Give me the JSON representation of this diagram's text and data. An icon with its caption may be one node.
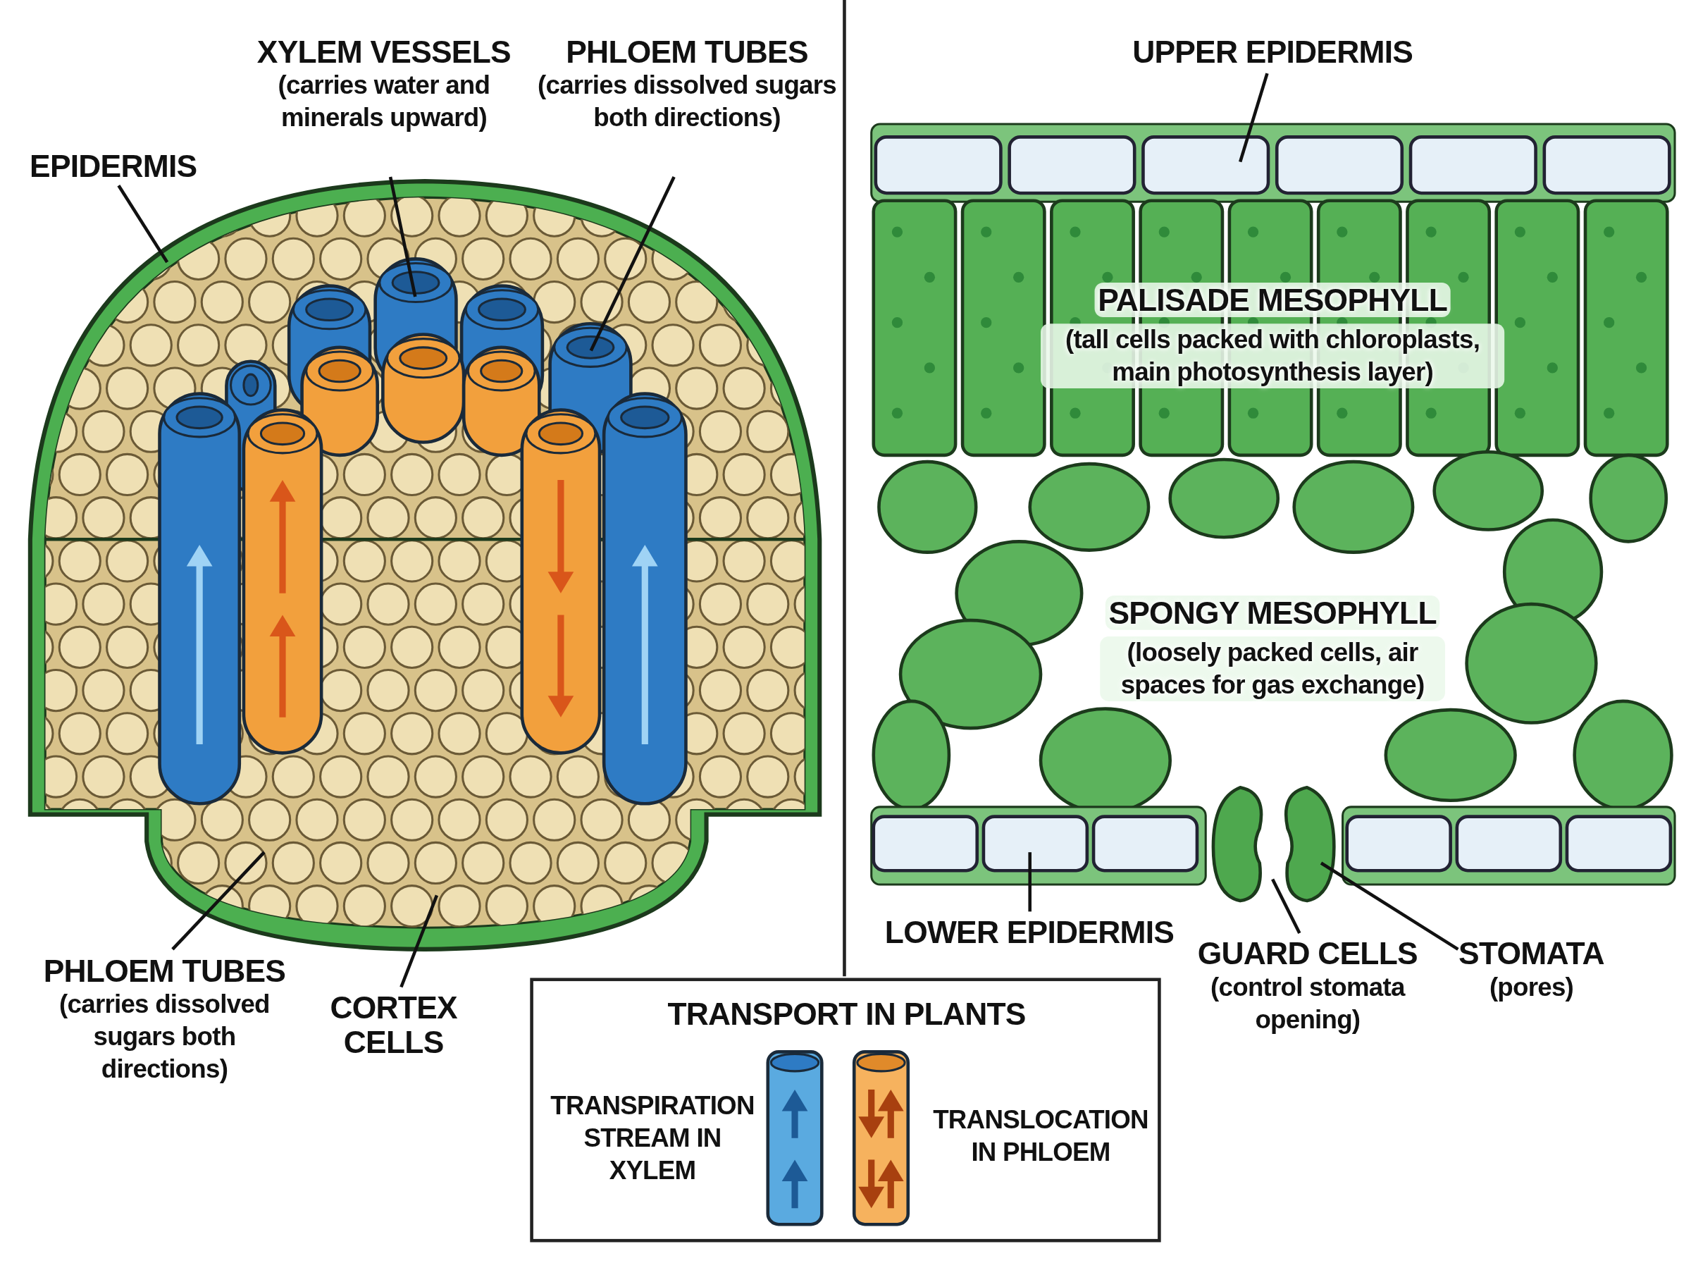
{
  "diagram": {
    "nodes": [
      {
        "text": [
          "EPIDERMIS"
        ]
      },
      {
        "text": [
          "XYLEM VESSELS",
          "(carries water and minerals upward)"
        ]
      },
      {
        "text": [
          "PHLOEM TUBES",
          "(carries dissolved sugars both directions)"
        ]
      },
      {
        "text": [
          "PHLOEM TUBES",
          "(carries dissolved sugars both directions)"
        ]
      },
      {
        "text": [
          "CORTEX CELLS"
        ]
      },
      {
        "text": [
          "UPPER EPIDERMIS"
        ]
      },
      {
        "text": [
          "LOWER EPIDERMIS"
        ]
      },
      {
        "text": [
          "GUARD CELLS",
          "(control stomata opening)"
        ]
      },
      {
        "text": [
          "STOMATA",
          "(pores)"
        ]
      }
    ],
    "edges": [
      {
        "from": 0,
        "to": null,
        "arrow": "none"
      },
      {
        "from": 1,
        "to": null,
        "arrow": "none"
      },
      {
        "from": 2,
        "to": null,
        "arrow": "none"
      },
      {
        "from": 3,
        "to": null,
        "arrow": "none"
      },
      {
        "from": 4,
        "to": null,
        "arrow": "none"
      },
      {
        "from": 5,
        "to": null,
        "arrow": "none"
      },
      {
        "from": 6,
        "to": null,
        "arrow": "none"
      },
      {
        "from": 7,
        "to": null,
        "arrow": "none"
      },
      {
        "from": 8,
        "to": null,
        "arrow": "none"
      }
    ],
    "labels": [
      "PALISADE MESOPHYLL",
      "(tall cells packed with chloroplasts, main photosynthesis layer)",
      "SPONGY MESOPHYLL",
      "(loosely packed cells, air spaces for gas exchange)",
      "TRANSPORT IN PLANTS"
    ],
    "legend": [
      {
        "text": "TRANSPIRATION STREAM IN XYLEM"
      },
      {
        "text": "TRANSLOCATION IN PHLOEM"
      }
    ]
  }
}
